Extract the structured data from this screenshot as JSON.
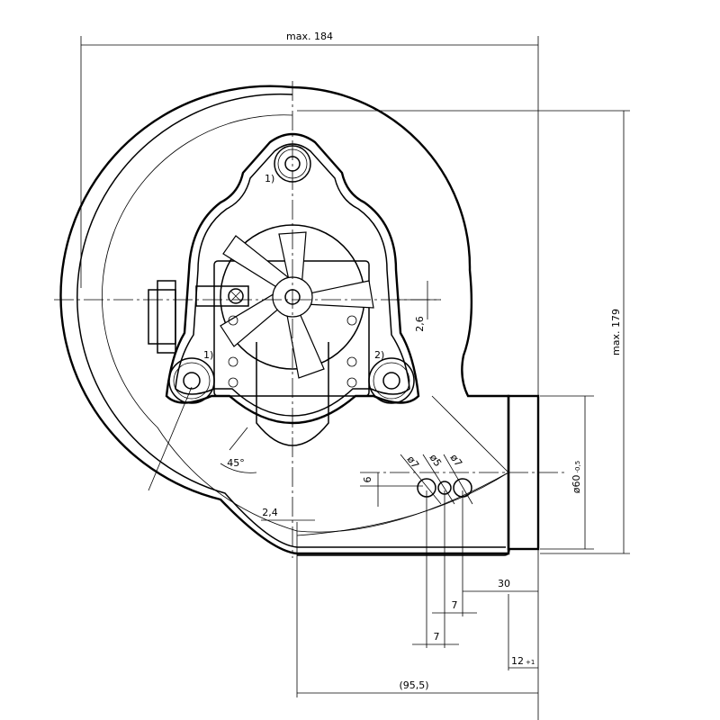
{
  "drawing": {
    "dimensions": {
      "overall_width": "max. 184",
      "overall_height": "max. 179",
      "outlet_diameter": "ø60",
      "outlet_diameter_tol": "-0,5",
      "offset_vertical": "2,6",
      "offset_horizontal": "2,4",
      "angle": "45°",
      "hole_spacing_6": "6",
      "hole_1_diameter": "ø7",
      "hole_2_diameter": "ø5",
      "hole_3_diameter": "ø7",
      "dist_30": "30",
      "pitch_7_a": "7",
      "pitch_7_b": "7",
      "flange_12": "12",
      "flange_12_tol": "+1",
      "total_95": "(95,5)"
    },
    "notes": {
      "mount_top": "1)",
      "mount_left": "1)",
      "mount_right": "2)"
    }
  }
}
